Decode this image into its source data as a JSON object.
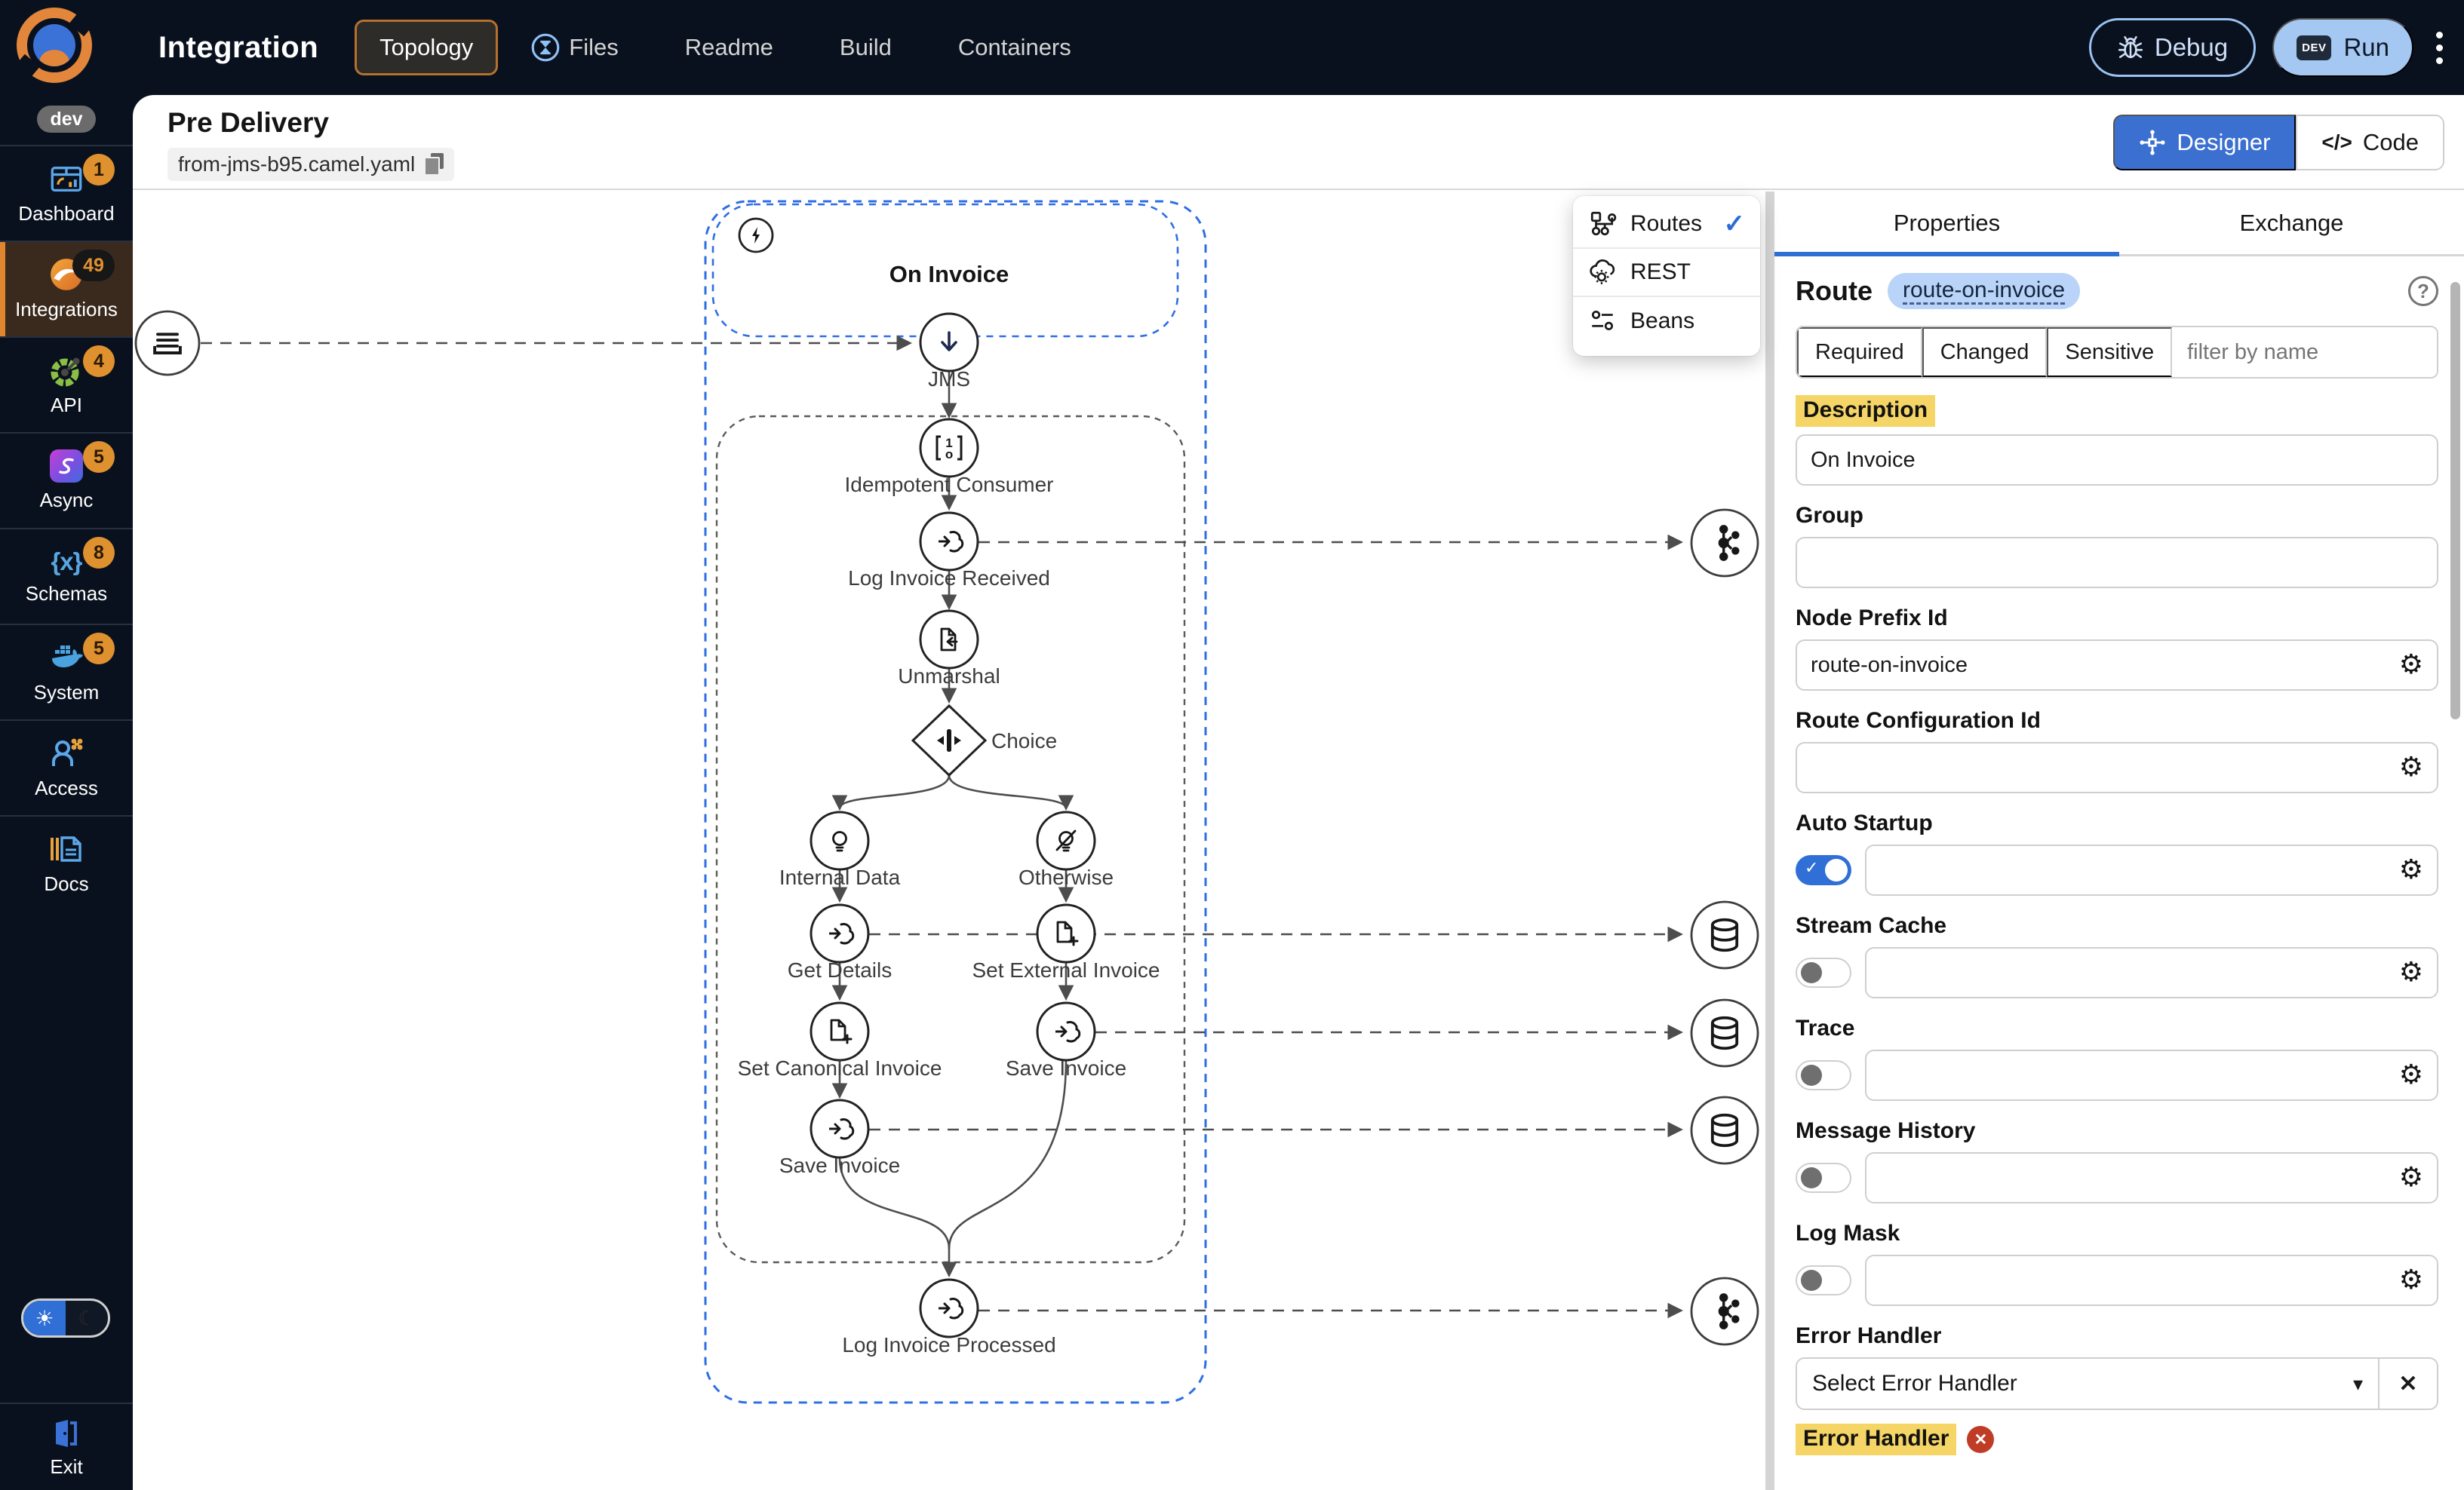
{
  "navbar": {
    "app_title": "Integration",
    "topology_button": "Topology",
    "files_tab": "Files",
    "readme_tab": "Readme",
    "build_tab": "Build",
    "containers_tab": "Containers",
    "debug_button": "Debug",
    "run_button": "Run",
    "run_badge": "DEV",
    "env_badge": "dev"
  },
  "sidebar": {
    "items": [
      {
        "label": "Dashboard",
        "badge": "1"
      },
      {
        "label": "Integrations",
        "badge": "49"
      },
      {
        "label": "API",
        "badge": "4"
      },
      {
        "label": "Async",
        "badge": "5"
      },
      {
        "label": "Schemas",
        "badge": "8"
      },
      {
        "label": "System",
        "badge": "5"
      },
      {
        "label": "Access",
        "badge": ""
      },
      {
        "label": "Docs",
        "badge": ""
      }
    ],
    "exit_label": "Exit"
  },
  "content_header": {
    "title": "Pre Delivery",
    "file_name": "from-jms-b95.camel.yaml",
    "designer_button": "Designer",
    "code_button": "Code"
  },
  "context_menu": {
    "routes": "Routes",
    "rest": "REST",
    "beans": "Beans"
  },
  "flow": {
    "container_title": "On Invoice",
    "nodes": {
      "jms": "JMS",
      "idempotent": "Idempotent Consumer",
      "log_received": "Log Invoice Received",
      "unmarshal": "Unmarshal",
      "choice": "Choice",
      "internal_data": "Internal Data",
      "otherwise": "Otherwise",
      "get_details": "Get Details",
      "set_external": "Set External Invoice",
      "set_canonical": "Set Canonical Invoice",
      "save_invoice_right": "Save Invoice",
      "save_invoice_left": "Save Invoice",
      "log_processed": "Log Invoice Processed"
    },
    "side_icons": [
      "kafka",
      "database",
      "database",
      "database",
      "kafka"
    ]
  },
  "panel": {
    "tab_properties": "Properties",
    "tab_exchange": "Exchange",
    "route_title": "Route",
    "route_chip": "route-on-invoice",
    "filter": {
      "required": "Required",
      "changed": "Changed",
      "sensitive": "Sensitive",
      "placeholder": "filter by name"
    },
    "fields": {
      "description": {
        "label": "Description",
        "value": "On Invoice"
      },
      "group": {
        "label": "Group",
        "value": ""
      },
      "node_prefix_id": {
        "label": "Node Prefix Id",
        "value": "route-on-invoice"
      },
      "route_configuration_id": {
        "label": "Route Configuration Id",
        "value": ""
      },
      "auto_startup": {
        "label": "Auto Startup",
        "value": "",
        "toggle": "on"
      },
      "stream_cache": {
        "label": "Stream Cache",
        "value": "",
        "toggle": "off"
      },
      "trace": {
        "label": "Trace",
        "value": "",
        "toggle": "off"
      },
      "message_history": {
        "label": "Message History",
        "value": "",
        "toggle": "off"
      },
      "log_mask": {
        "label": "Log Mask",
        "value": "",
        "toggle": "off"
      },
      "error_handler": {
        "label": "Error Handler",
        "value": "Select Error Handler"
      }
    },
    "error_handler_tag": "Error Handler"
  },
  "glyphs": {
    "gear": "⚙",
    "close": "✕",
    "check": "✓",
    "caret": "▾",
    "question": "?",
    "code": "</>",
    "sun": "☀",
    "moon": "☾",
    "schemas": "{x}"
  },
  "colors": {
    "accent_blue": "#3b6fd0",
    "dashed_blue": "#2f6fe4",
    "sidebar_orange": "#e0912f",
    "highlight_yellow": "#f5d565",
    "danger_red": "#bf3c26",
    "toggle_on": "#2f6fd6"
  }
}
